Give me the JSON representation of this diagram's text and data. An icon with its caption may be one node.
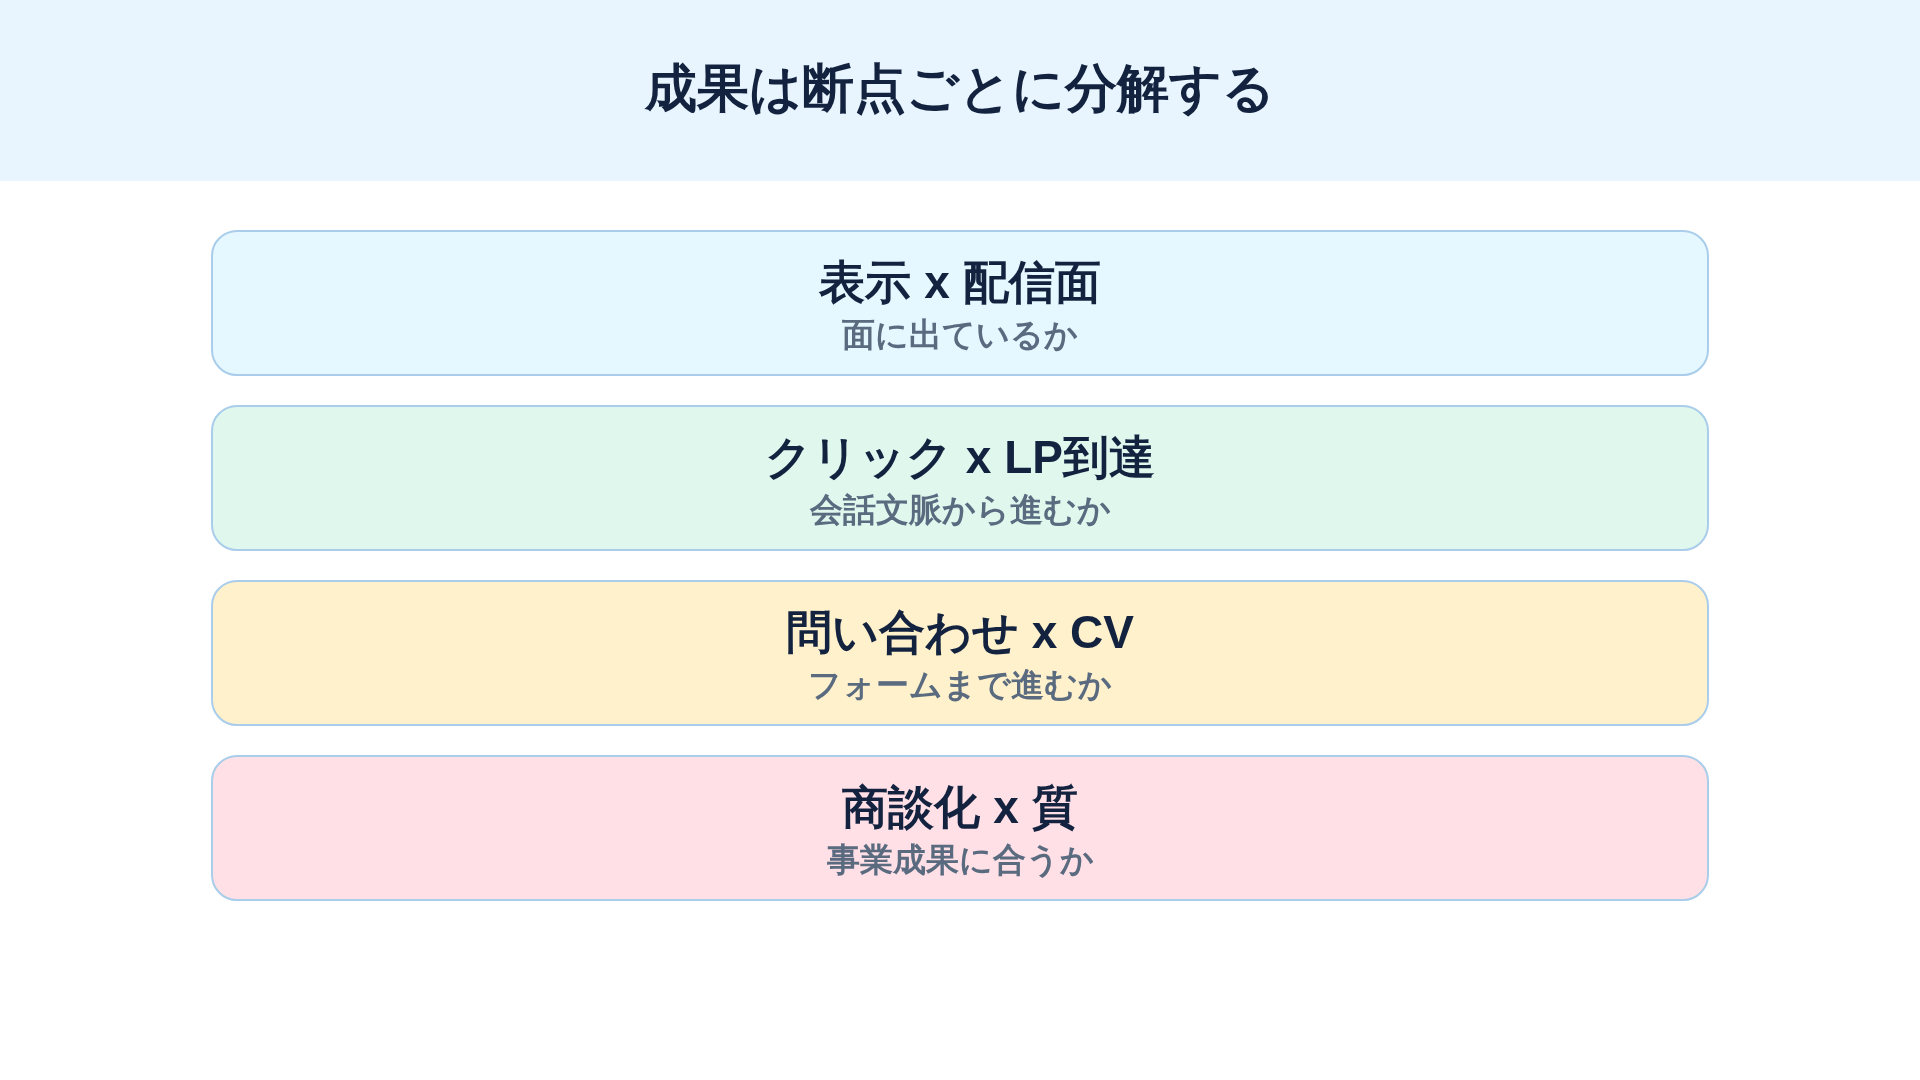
{
  "diagram": {
    "title": "成果は断点ごとに分解する",
    "nodes": [
      {
        "text": [
          "表示 x 配信面",
          "面に出ているか"
        ]
      },
      {
        "text": [
          "クリック x LP到達",
          "会話文脈から進むか"
        ]
      },
      {
        "text": [
          "問い合わせ x CV",
          "フォームまで進むか"
        ]
      },
      {
        "text": [
          "商談化 x 質",
          "事業成果に合うか"
        ]
      }
    ]
  }
}
